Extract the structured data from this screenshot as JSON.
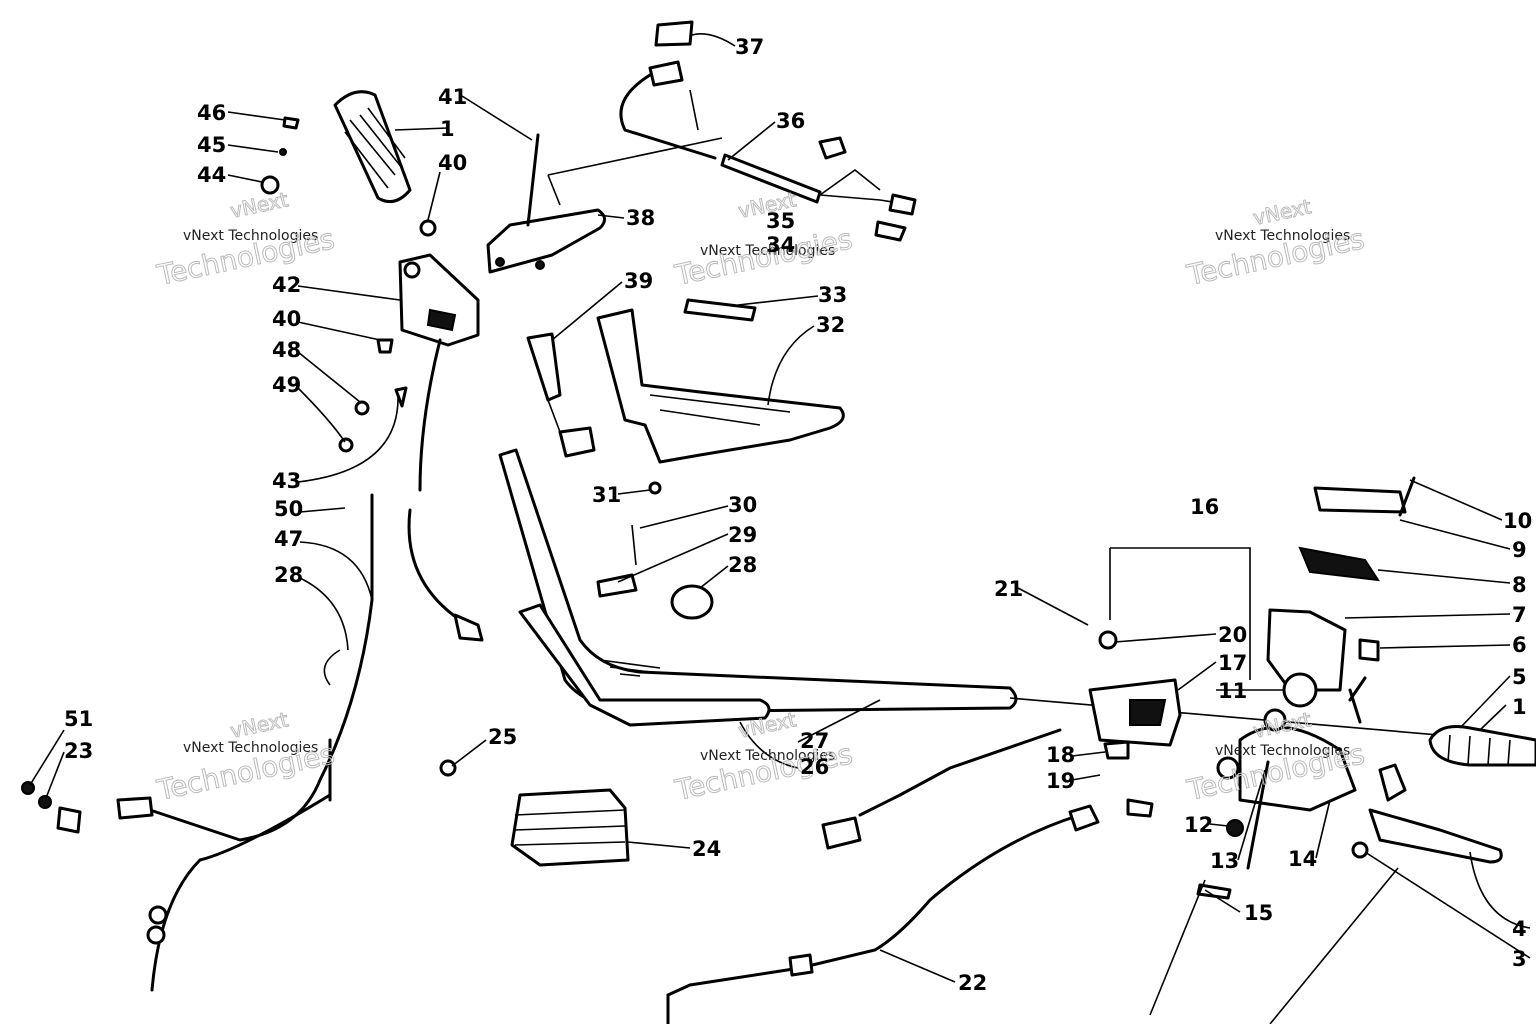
{
  "diagram": {
    "watermark": {
      "line1": "vNext Technologies",
      "line2": "Technologies",
      "line3": "vNext"
    },
    "callouts": [
      {
        "id": "46",
        "text": "46"
      },
      {
        "id": "45",
        "text": "45"
      },
      {
        "id": "44",
        "text": "44"
      },
      {
        "id": "1a",
        "text": "1"
      },
      {
        "id": "41",
        "text": "41"
      },
      {
        "id": "40a",
        "text": "40"
      },
      {
        "id": "37",
        "text": "37"
      },
      {
        "id": "36",
        "text": "36"
      },
      {
        "id": "38",
        "text": "38"
      },
      {
        "id": "35",
        "text": "35"
      },
      {
        "id": "34",
        "text": "34"
      },
      {
        "id": "42",
        "text": "42"
      },
      {
        "id": "40b",
        "text": "40"
      },
      {
        "id": "48",
        "text": "48"
      },
      {
        "id": "49",
        "text": "49"
      },
      {
        "id": "39",
        "text": "39"
      },
      {
        "id": "33",
        "text": "33"
      },
      {
        "id": "32",
        "text": "32"
      },
      {
        "id": "43",
        "text": "43"
      },
      {
        "id": "50",
        "text": "50"
      },
      {
        "id": "47",
        "text": "47"
      },
      {
        "id": "28a",
        "text": "28"
      },
      {
        "id": "31",
        "text": "31"
      },
      {
        "id": "30",
        "text": "30"
      },
      {
        "id": "29",
        "text": "29"
      },
      {
        "id": "28b",
        "text": "28"
      },
      {
        "id": "16",
        "text": "16"
      },
      {
        "id": "10",
        "text": "10"
      },
      {
        "id": "9",
        "text": "9"
      },
      {
        "id": "8",
        "text": "8"
      },
      {
        "id": "21",
        "text": "21"
      },
      {
        "id": "7",
        "text": "7"
      },
      {
        "id": "20",
        "text": "20"
      },
      {
        "id": "6",
        "text": "6"
      },
      {
        "id": "17",
        "text": "17"
      },
      {
        "id": "5",
        "text": "5"
      },
      {
        "id": "11",
        "text": "11"
      },
      {
        "id": "1b",
        "text": "1"
      },
      {
        "id": "51",
        "text": "51"
      },
      {
        "id": "23",
        "text": "23"
      },
      {
        "id": "25",
        "text": "25"
      },
      {
        "id": "27",
        "text": "27"
      },
      {
        "id": "26",
        "text": "26"
      },
      {
        "id": "18",
        "text": "18"
      },
      {
        "id": "19",
        "text": "19"
      },
      {
        "id": "24",
        "text": "24"
      },
      {
        "id": "12",
        "text": "12"
      },
      {
        "id": "14",
        "text": "14"
      },
      {
        "id": "13",
        "text": "13"
      },
      {
        "id": "4",
        "text": "4"
      },
      {
        "id": "15",
        "text": "15"
      },
      {
        "id": "3",
        "text": "3"
      },
      {
        "id": "22",
        "text": "22"
      }
    ]
  }
}
